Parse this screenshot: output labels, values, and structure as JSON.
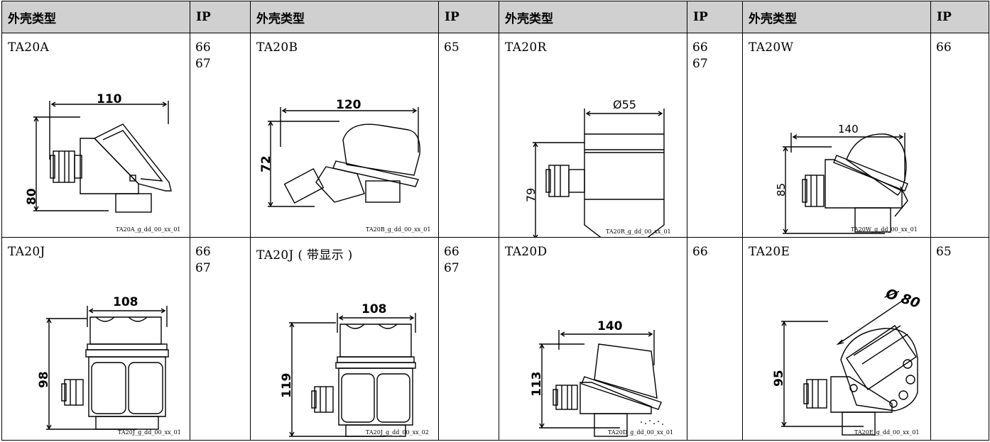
{
  "header": {
    "housing_type": "外壳类型",
    "ip": "IP"
  },
  "housings": [
    {
      "name": "TA20A",
      "ip": [
        "66",
        "67"
      ],
      "dims": [
        "110",
        "80"
      ],
      "caption": "TA20A_g_dd_00_xx_01"
    },
    {
      "name": "TA20B",
      "ip": [
        "65"
      ],
      "dims": [
        "120",
        "72"
      ],
      "caption": "TA20B_g_dd_00_xx_01"
    },
    {
      "name": "TA20R",
      "ip": [
        "66",
        "67"
      ],
      "dims": [
        "Ø55",
        "79"
      ],
      "caption": "TA20R_g_dd_00_xx_01"
    },
    {
      "name": "TA20W",
      "ip": [
        "66"
      ],
      "dims": [
        "140",
        "85"
      ],
      "caption": "TA20W_g_dd_00_xx_01"
    },
    {
      "name": "TA20J",
      "ip": [
        "66",
        "67"
      ],
      "dims": [
        "108",
        "98"
      ],
      "caption": "TA20J_g_dd_00_xx_01"
    },
    {
      "name": "TA20J ( 带显示 )",
      "ip": [
        "66",
        "67"
      ],
      "dims": [
        "108",
        "119"
      ],
      "caption": "TA20J_g_dd_00_xx_02"
    },
    {
      "name": "TA20D",
      "ip": [
        "66"
      ],
      "dims": [
        "140",
        "113"
      ],
      "caption": "TA20D_g_dd_00_xx_01"
    },
    {
      "name": "TA20E",
      "ip": [
        "65"
      ],
      "dims": [
        "Ø 80",
        "95"
      ],
      "caption": "TA20E_g_dd_00_xx_01"
    }
  ]
}
